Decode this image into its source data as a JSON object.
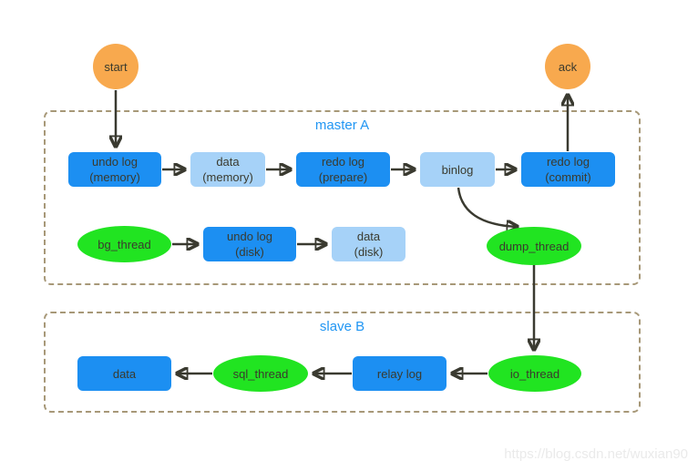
{
  "nodes": {
    "start": "start",
    "ack": "ack",
    "undo_log_memory": "undo log\n(memory)",
    "data_memory": "data\n(memory)",
    "redo_log_prepare": "redo log\n(prepare)",
    "binlog": "binlog",
    "redo_log_commit": "redo log\n(commit)",
    "bg_thread": "bg_thread",
    "undo_log_disk": "undo log\n(disk)",
    "data_disk": "data\n(disk)",
    "dump_thread": "dump_thread",
    "data_slave": "data",
    "sql_thread": "sql_thread",
    "relay_log": "relay log",
    "io_thread": "io_thread"
  },
  "containers": {
    "master": "master A",
    "slave": "slave B"
  },
  "colors": {
    "blue_box": "#1c8ff2",
    "light_blue_box": "#a6d2f8",
    "green_ellipse": "#21e421",
    "orange_circle": "#f8a94e",
    "container_border": "#a79878",
    "container_label": "#2196f3",
    "node_text": "#3a3a2e",
    "arrow": "#3a3a30",
    "watermark_text": "#eaeaea"
  },
  "watermark": "https://blog.csdn.net/wuxian90"
}
